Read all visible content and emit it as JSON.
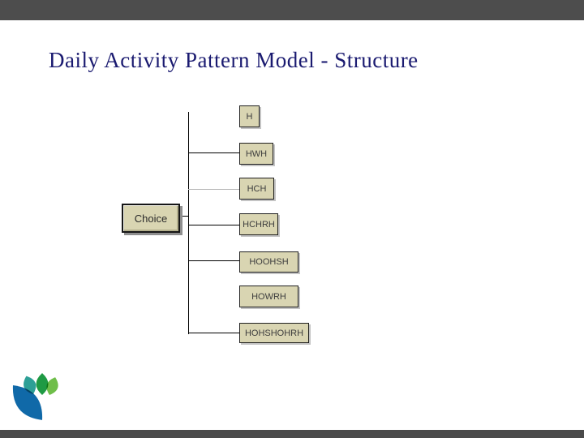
{
  "slide": {
    "title": "Daily Activity Pattern Model - Structure"
  },
  "theme": {
    "title_color": "#1a1a70",
    "top_bar_color": "#4d4d4d",
    "bottom_bar_color": "#4a4a4a",
    "node_fill": "#d9d5b2",
    "node_border": "#1f1f1f",
    "connector_color": "#000000",
    "connector_light_color": "#b9b9b9"
  },
  "diagram": {
    "root": {
      "label": "Choice"
    },
    "nodes": [
      {
        "label": "H",
        "connector": "none"
      },
      {
        "label": "HWH",
        "connector": "black"
      },
      {
        "label": "HCH",
        "connector": "light"
      },
      {
        "label": "HCHRH",
        "connector": "black"
      },
      {
        "label": "HOOHSH",
        "connector": "black"
      },
      {
        "label": "HOWRH",
        "connector": "none"
      },
      {
        "label": "HOHSHOHRH",
        "connector": "black"
      }
    ]
  },
  "logo": {
    "name": "lotus-flower-logo",
    "petal_colors": [
      "#1069a8",
      "#2d9f96",
      "#1f9a44",
      "#6fbe4a"
    ]
  }
}
